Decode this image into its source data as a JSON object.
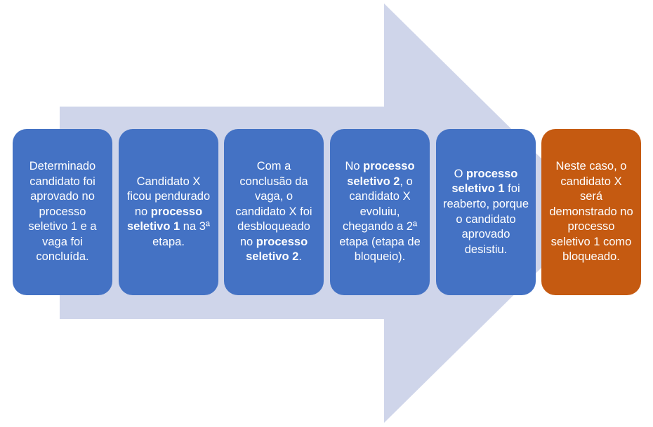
{
  "colors": {
    "arrow": "#cfd5ea",
    "step_box": "#4472c4",
    "final_box": "#c55a11",
    "text": "#ffffff"
  },
  "steps": [
    {
      "segments": [
        {
          "text": "Determinado candidato foi aprovado no processo seletivo 1 e a vaga foi concluída.",
          "bold": false
        }
      ]
    },
    {
      "segments": [
        {
          "text": "Candidato X ficou pendurado no ",
          "bold": false
        },
        {
          "text": "processo seletivo 1",
          "bold": true
        },
        {
          "text": " na 3ª etapa.",
          "bold": false
        }
      ]
    },
    {
      "segments": [
        {
          "text": "Com a conclusão da vaga, o candidato X foi desbloqueado no ",
          "bold": false
        },
        {
          "text": "processo seletivo 2",
          "bold": true
        },
        {
          "text": ".",
          "bold": false
        }
      ]
    },
    {
      "segments": [
        {
          "text": "No ",
          "bold": false
        },
        {
          "text": "processo seletivo 2",
          "bold": true
        },
        {
          "text": ", o candidato X evoluiu, chegando a 2ª etapa (etapa de bloqueio).",
          "bold": false
        }
      ]
    },
    {
      "segments": [
        {
          "text": "O ",
          "bold": false
        },
        {
          "text": "processo seletivo 1",
          "bold": true
        },
        {
          "text": " foi reaberto, porque o candidato aprovado desistiu.",
          "bold": false
        }
      ]
    },
    {
      "segments": [
        {
          "text": "Neste caso, o candidato X será demonstrado no processo seletivo 1 como bloqueado.",
          "bold": false
        }
      ]
    }
  ]
}
